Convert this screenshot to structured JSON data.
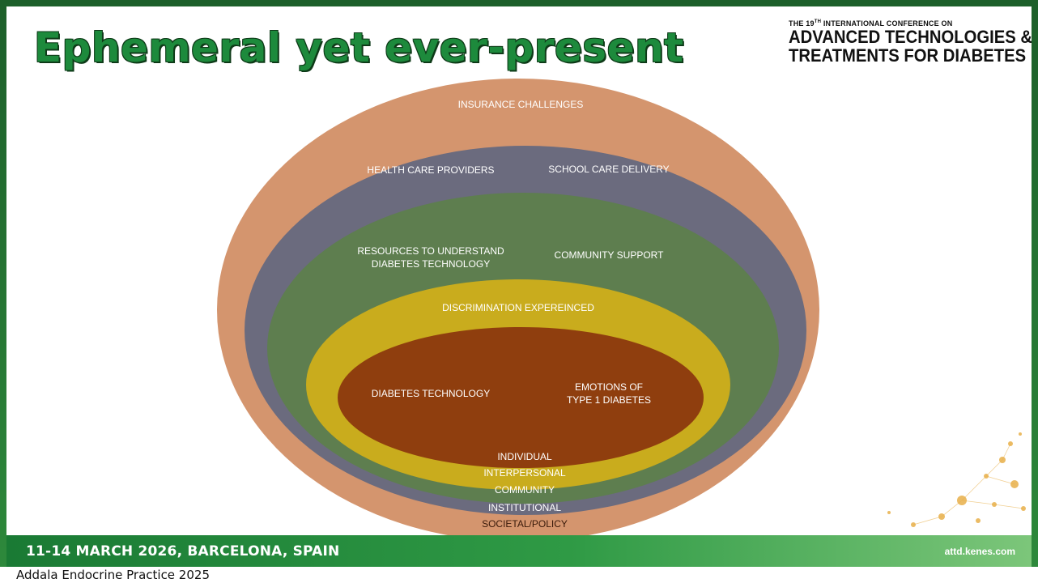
{
  "slide_title": "Ephemeral yet ever-present",
  "conference": {
    "line1_prefix": "THE 19",
    "line1_sup": "TH",
    "line1_suffix": " INTERNATIONAL CONFERENCE ON",
    "line2": "ADVANCED TECHNOLOGIES &",
    "line3": "TREATMENTS FOR DIABETES"
  },
  "diagram": {
    "layers": [
      {
        "name": "SOCIETAL/POLICY",
        "color": "#d4956e"
      },
      {
        "name": "INSTITUTIONAL",
        "color": "#6b6b7e"
      },
      {
        "name": "COMMUNITY",
        "color": "#5e7e4f"
      },
      {
        "name": "INTERPERSONAL",
        "color": "#c9ac1d"
      },
      {
        "name": "INDIVIDUAL",
        "color": "#8f3e0e"
      }
    ],
    "societal": [
      "INSURANCE CHALLENGES"
    ],
    "institutional": [
      "HEALTH CARE PROVIDERS",
      "SCHOOL CARE DELIVERY"
    ],
    "community": {
      "resources_line1": "RESOURCES TO UNDERSTAND",
      "resources_line2": "DIABETES TECHNOLOGY",
      "support": "COMMUNITY SUPPORT"
    },
    "interpersonal": [
      "DISCRIMINATION EXPEREINCED"
    ],
    "individual": {
      "tech": "DIABETES TECHNOLOGY",
      "emotions_line1": "EMOTIONS OF",
      "emotions_line2": "TYPE 1 DIABETES"
    }
  },
  "footer": {
    "dates": "11-14 MARCH 2026, BARCELONA, SPAIN",
    "url": "attd.kenes.com"
  },
  "caption": "Addala Endocrine Practice 2025"
}
